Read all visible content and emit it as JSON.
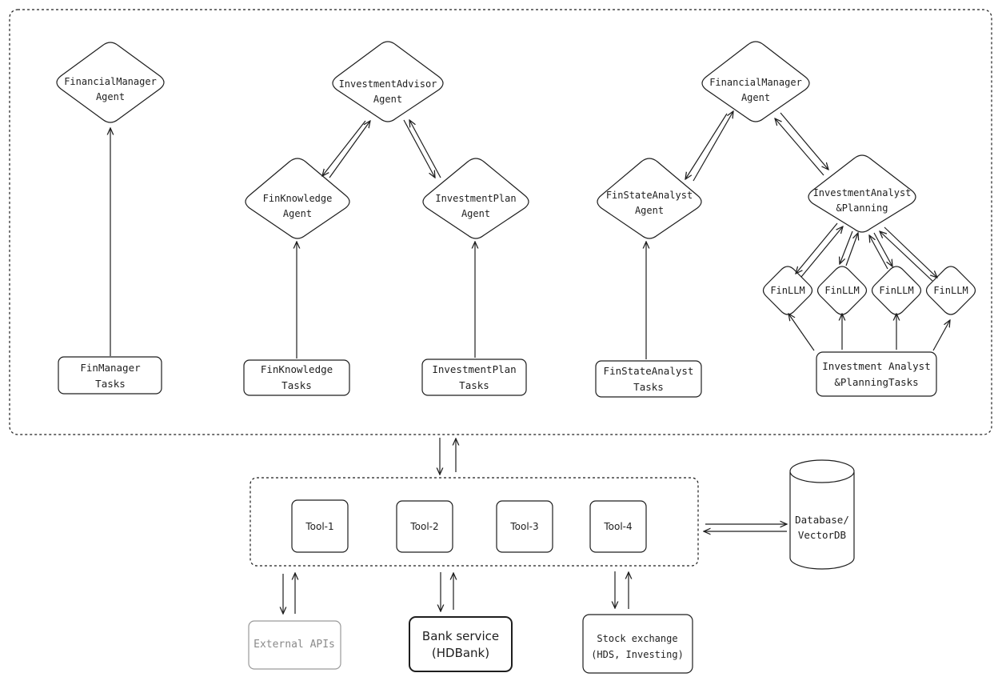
{
  "agents": {
    "fin_manager_1": {
      "line1": "FinancialManager",
      "line2": "Agent"
    },
    "investment_advisor": {
      "line1": "InvestmentAdvisor",
      "line2": "Agent"
    },
    "finknowledge": {
      "line1": "FinKnowledge",
      "line2": "Agent"
    },
    "investment_plan": {
      "line1": "InvestmentPlan",
      "line2": "Agent"
    },
    "fin_manager_2": {
      "line1": "FinancialManager",
      "line2": "Agent"
    },
    "finstate": {
      "line1": "FinStateAnalyst",
      "line2": "Agent"
    },
    "inv_analyst": {
      "line1": "InvestmentAnalyst",
      "line2": "&Planning"
    }
  },
  "llms": [
    "FinLLM",
    "FinLLM",
    "FinLLM",
    "FinLLM"
  ],
  "tasks": {
    "fin_manager": {
      "line1": "FinManager",
      "line2": "Tasks"
    },
    "finknowledge": {
      "line1": "FinKnowledge",
      "line2": "Tasks"
    },
    "investment_plan": {
      "line1": "InvestmentPlan",
      "line2": "Tasks"
    },
    "finstate": {
      "line1": "FinStateAnalyst",
      "line2": "Tasks"
    },
    "inv_analyst": {
      "line1": "Investment Analyst",
      "line2": "&PlanningTasks"
    }
  },
  "tools": [
    "Tool-1",
    "Tool-2",
    "Tool-3",
    "Tool-4"
  ],
  "database": {
    "line1": "Database/",
    "line2": "VectorDB"
  },
  "services": {
    "external": "External APIs",
    "bank": {
      "line1": "Bank service",
      "line2": "(HDBank)"
    },
    "stock": {
      "line1": "Stock exchange",
      "line2": "(HDS, Investing)"
    }
  }
}
